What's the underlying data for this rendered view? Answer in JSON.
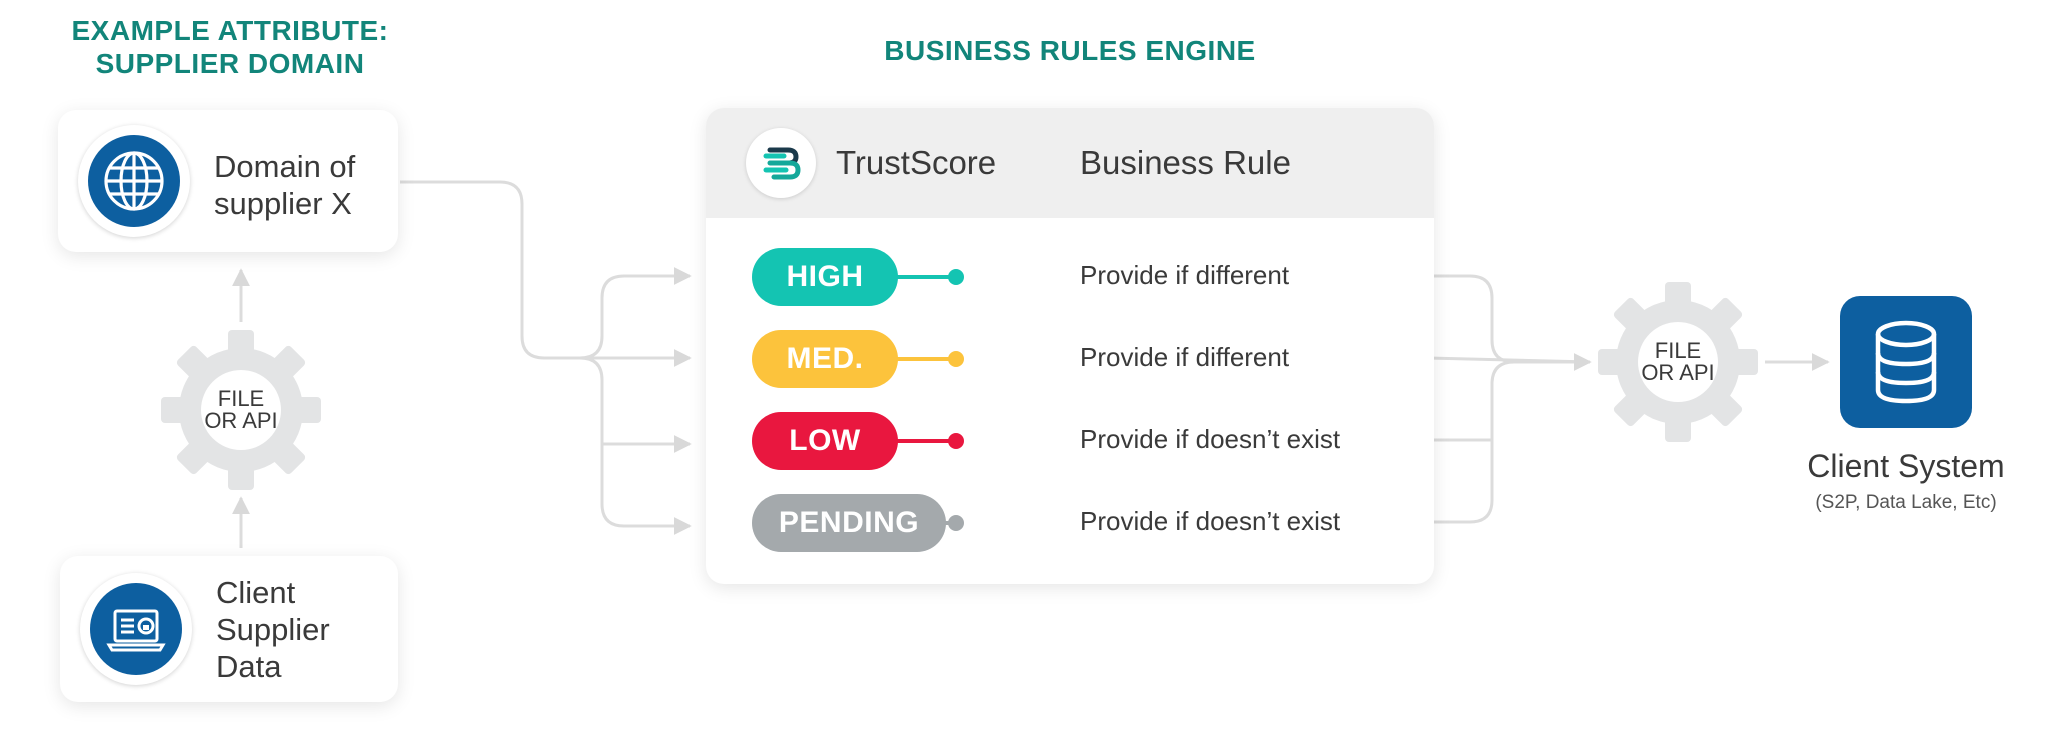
{
  "left_title": {
    "line1": "EXAMPLE ATTRIBUTE:",
    "line2": "SUPPLIER DOMAIN"
  },
  "engine_title": "BUSINESS RULES ENGINE",
  "domain_card": {
    "line1": "Domain of",
    "line2": "supplier X",
    "icon": "globe-icon"
  },
  "client_card": {
    "line1": "Client",
    "line2": "Supplier",
    "line3": "Data",
    "icon": "laptop-icon"
  },
  "left_gear": {
    "line1": "FILE",
    "line2": "OR API"
  },
  "right_gear": {
    "line1": "FILE",
    "line2": "OR API"
  },
  "engine_header": {
    "brand": "TrustScore",
    "column": "Business Rule",
    "logo": "trustscore-logo-icon"
  },
  "rules": [
    {
      "level": "HIGH",
      "rule": "Provide if different",
      "color": "#14c4b2"
    },
    {
      "level": "MED.",
      "rule": "Provide if different",
      "color": "#fcc33c"
    },
    {
      "level": "LOW",
      "rule": "Provide if doesn’t exist",
      "color": "#e9173f"
    },
    {
      "level": "PENDING",
      "rule": "Provide if doesn’t exist",
      "color": "#a4a9ac"
    }
  ],
  "client_system": {
    "title": "Client System",
    "subtitle": "(S2P, Data Lake, Etc)",
    "icon": "database-icon"
  },
  "colors": {
    "teal_title": "#12857a",
    "brand_blue": "#0d5fa0",
    "connector": "#d9d9d9",
    "gear": "#e3e4e5"
  }
}
